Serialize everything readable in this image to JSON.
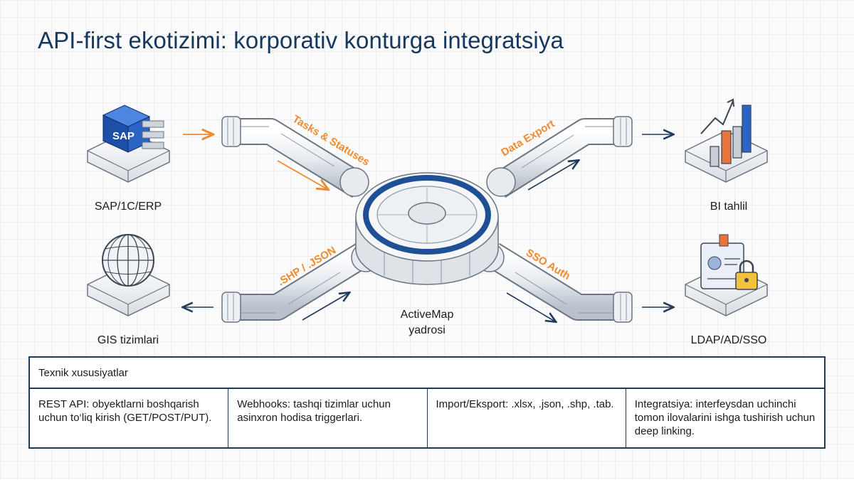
{
  "title": "API-first ekotizimi: korporativ konturga integratsiya",
  "nodes": {
    "sap": {
      "label": "SAP/1C/ERP",
      "logo_text": "SAP"
    },
    "gis": {
      "label": "GIS tizimlari"
    },
    "bi": {
      "label": "BI tahlil"
    },
    "ldap": {
      "label": "LDAP/AD/SSO"
    },
    "core": {
      "line1": "ActiveMap",
      "line2": "yadrosi"
    }
  },
  "pipes": {
    "tasks": "Tasks & Statuses",
    "export": "Data Export",
    "shp": ".SHP / .JSON",
    "sso": "SSO Auth"
  },
  "specs": {
    "header": "Texnik xususiyatlar",
    "cells": [
      "REST API: obyektlarni boshqarish uchun to‘liq kirish (GET/POST/PUT).",
      "Webhooks: tashqi tizimlar uchun asinxron hodisa triggerlari.",
      "Import/Eksport: .xlsx, .json, .shp, .tab.",
      "Integratsiya: interfeysdan uchinchi tomon ilovalarini ishga tushirish uchun deep linking."
    ]
  },
  "colors": {
    "title": "#16385e",
    "accent_orange": "#f08a2c",
    "core_blue": "#1f4f94",
    "table_border": "#1f3a5a"
  }
}
